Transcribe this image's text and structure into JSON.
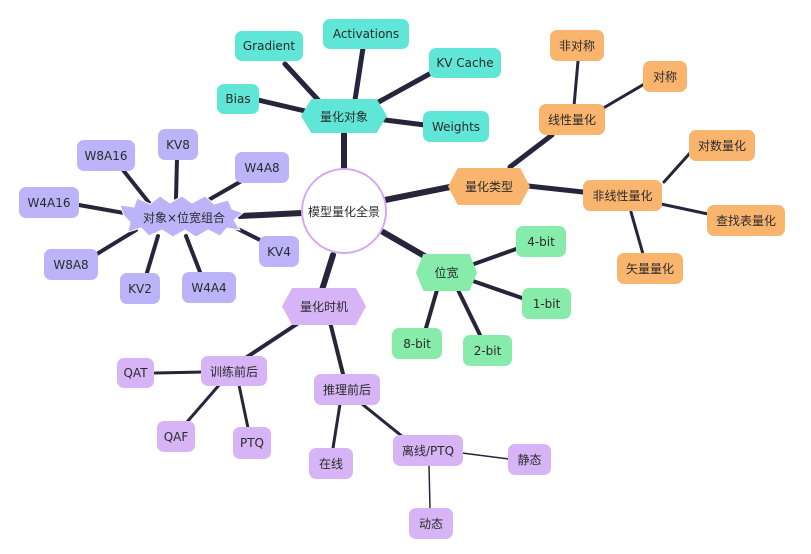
{
  "center": "模型量化全景",
  "targets": {
    "label": "量化对象",
    "children": [
      "Gradient",
      "Activations",
      "KV Cache",
      "Bias",
      "Weights"
    ]
  },
  "types": {
    "label": "量化类型",
    "linear": {
      "label": "线性量化",
      "children": [
        "非对称",
        "对称"
      ]
    },
    "nonlinear": {
      "label": "非线性量化",
      "children": [
        "对数量化",
        "查找表量化",
        "矢量量化"
      ]
    }
  },
  "bitwidth": {
    "label": "位宽",
    "children": [
      "4-bit",
      "1-bit",
      "2-bit",
      "8-bit"
    ]
  },
  "timing": {
    "label": "量化时机",
    "training": {
      "label": "训练前后",
      "children": [
        "QAT",
        "QAF",
        "PTQ"
      ]
    },
    "inference": {
      "label": "推理前后",
      "online": "在线",
      "offline": {
        "label": "离线/PTQ",
        "children": [
          "静态",
          "动态"
        ]
      }
    }
  },
  "combos": {
    "label": "对象×位宽组合",
    "children": [
      "KV8",
      "W8A16",
      "W4A8",
      "W4A16",
      "KV4",
      "W8A8",
      "KV2",
      "W4A4"
    ]
  },
  "colors": {
    "edge": "#27253b",
    "teal": "#5fe6d6",
    "orange": "#f9b46e",
    "green": "#87ecaa",
    "purple": "#d6b4f6",
    "lavender": "#bdb3f9",
    "center_border": "#d6a9ec"
  }
}
